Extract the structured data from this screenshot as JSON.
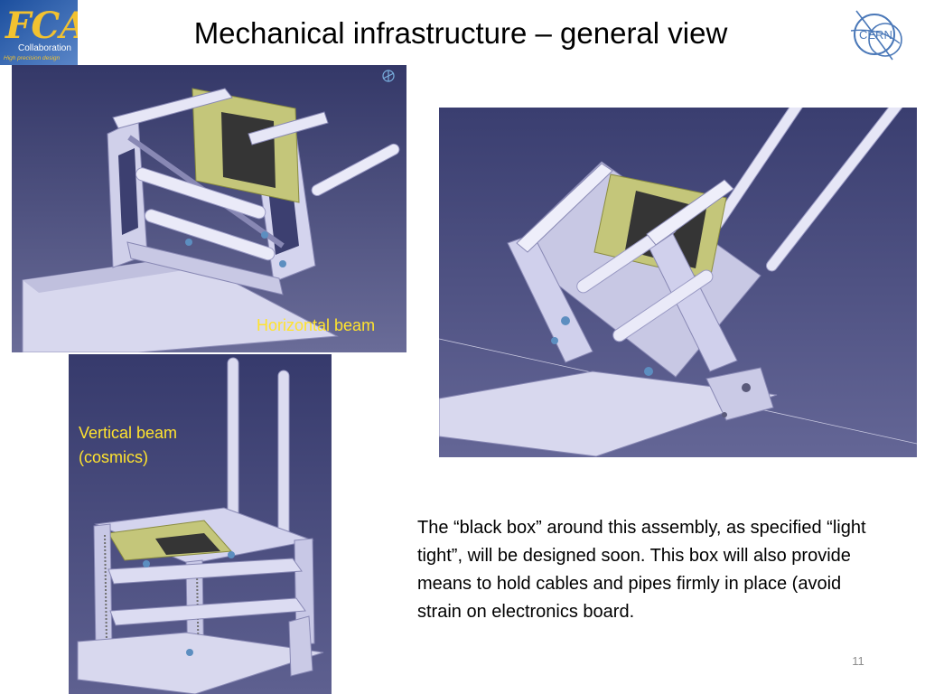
{
  "slide": {
    "title": "Mechanical infrastructure – general view",
    "number": "11"
  },
  "logos": {
    "fcal_text": "Collaboration",
    "fcal_tagline": "High precision design",
    "cern_text": "CERN"
  },
  "images": {
    "horizontal": {
      "caption": "Horizontal beam"
    },
    "vertical": {
      "caption_line1": "Vertical beam",
      "caption_line2": "(cosmics)"
    },
    "tilted": {}
  },
  "body": {
    "text": "The “black box” around this assembly, as specified “light tight”, will be designed soon. This box will also provide means to hold cables and pipes firmly in place (avoid strain on electronics board."
  },
  "colors": {
    "render_background": "#3c3f70",
    "caption": "#ffe32e",
    "metal": "#d4d4ec",
    "board": "#c4c67a"
  }
}
